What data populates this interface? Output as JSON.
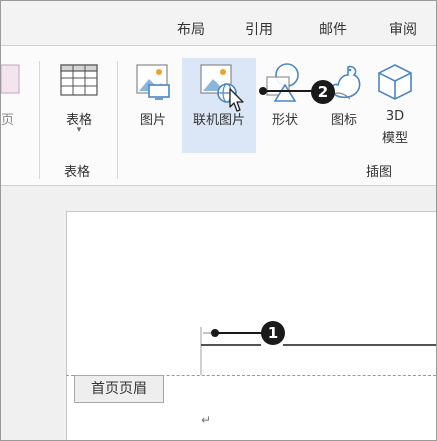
{
  "menu": {
    "tabs": [
      "布局",
      "引用",
      "邮件",
      "审阅"
    ]
  },
  "ribbon": {
    "partial_left_label": "页",
    "table": {
      "label": "表格",
      "group_label": "表格"
    },
    "picture": {
      "label": "图片"
    },
    "online_picture": {
      "label": "联机图片"
    },
    "shapes": {
      "label": "形状"
    },
    "icons": {
      "label": "图标"
    },
    "model3d": {
      "label_line1": "3D",
      "label_line2": "模型"
    },
    "illustrations_group_label": "插图"
  },
  "document": {
    "header_label": "首页页眉",
    "paragraph_mark": "↵"
  },
  "callouts": [
    "2",
    "1"
  ],
  "colors": {
    "highlight": "#dbe7f6",
    "icon_blue": "#4a86c5",
    "icon_orange": "#f0a030",
    "callout": "#1a1a1a"
  }
}
